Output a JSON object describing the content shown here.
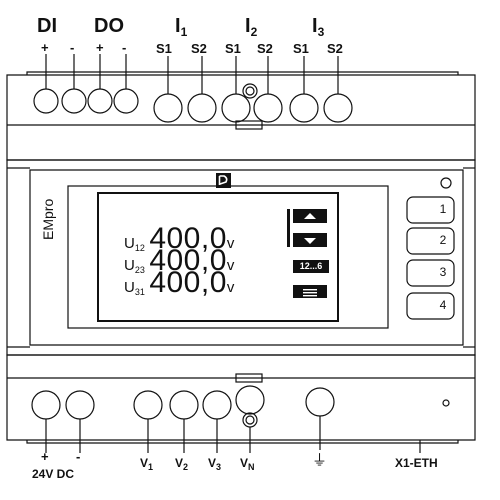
{
  "terminal_labels": {
    "di": "DI",
    "do": "DO",
    "i1": "I",
    "i1_sub": "1",
    "i2": "I",
    "i2_sub": "2",
    "i3": "I",
    "i3_sub": "3",
    "plus": "+",
    "minus": "-",
    "s1": "S1",
    "s2": "S2"
  },
  "bottom_labels": {
    "plus": "+",
    "minus": "-",
    "supply": "24V DC",
    "v": "V",
    "v1_sub": "1",
    "v2_sub": "2",
    "v3_sub": "3",
    "vn_sub": "N",
    "ground": "⏚",
    "ethernet": "X1-ETH"
  },
  "device": {
    "brand": "EMpro"
  },
  "display": {
    "rows": [
      {
        "sym": "U",
        "sub": "12",
        "value": "400,0",
        "unit": "v"
      },
      {
        "sym": "U",
        "sub": "23",
        "value": "400,0",
        "unit": "v"
      },
      {
        "sym": "U",
        "sub": "31",
        "value": "400,0",
        "unit": "v"
      }
    ],
    "range_label": "12...6"
  },
  "keys": [
    "1",
    "2",
    "3",
    "4"
  ]
}
